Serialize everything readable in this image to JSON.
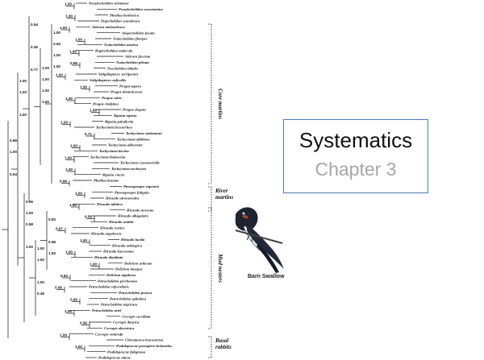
{
  "slide": {
    "title": "Systematics",
    "subtitle": "Chapter 3",
    "accent_color": "#4a7ab8",
    "subtitle_color": "#a6a6a6"
  },
  "figure": {
    "caption": "Barn Swallow",
    "icon": "barn-swallow-illustration",
    "groups": [
      {
        "label": "River martins",
        "lines": [
          "River",
          "martins"
        ]
      },
      {
        "label": "Core martins",
        "lines": [
          "Core martins"
        ]
      },
      {
        "label": "Mud nesters",
        "lines": [
          "Mud nesters"
        ]
      },
      {
        "label": "Basal rabbits",
        "lines": [
          "Basal",
          "rabbits"
        ]
      }
    ],
    "taxa": [
      "Pseudochelidon sirintarae",
      "Pseudochelidon eurystomina",
      "Phedina borbonica",
      "Pygochelidon cyanoleuca",
      "Atticora melanoleuca",
      "Alopochelidon fucata",
      "Notiochelidon flavipes",
      "Notiochelidon murina",
      "Haplochelidon andecola",
      "Atticora fasciata",
      "Notiochelidon pileata",
      "Neochelidon tibialis",
      "Stelgidopteryx serripennis",
      "Stelgidopteryx ruficollis",
      "Progne tapera",
      "Progne dominicensis",
      "Progne subis",
      "Progne chalybea",
      "Progne elegans",
      "Riparia riparia",
      "Riparia paludicola",
      "Tachycineta leucorrhoa",
      "Tachycineta stolzmanni",
      "Tachycineta albilinea",
      "Tachycineta albiventer",
      "Tachycineta bicolor",
      "Tachycineta thalassina",
      "Tachycineta cyaneoviridis",
      "Tachycineta euchrysea",
      "Riparia cincta",
      "Phedina brazzae",
      "Ptyonoprogne rupestris",
      "Ptyonoprogne fuligula",
      "Hirundo atrocaerulea",
      "Hirundo tahitica",
      "Hirundo neoxena",
      "Hirundo albigularis",
      "Hirundo smithii",
      "Hirundo rustica",
      "Hirundo angolensis",
      "Hirundo lucida",
      "Hirundo aethiopica",
      "Hirundo leucosoma",
      "Hirundo dimidiata",
      "Delichon urbicum",
      "Delichon dasypus",
      "Delichon nipalense",
      "Petrochelidon pyrrhonota",
      "Petrochelidon rufocollaris",
      "Petrochelidon preussi",
      "Petrochelidon spilodera",
      "Petrochelidon nigricans",
      "Petrochelidon ariel",
      "Cecropis cucullata",
      "Cecropis daurica",
      "Cecropis abyssinica",
      "Cecropis semirufa",
      "Cheramoeca leucosterna",
      "Psalidoprocne pristoptera holomelas",
      "Psalidoprocne fuliginosa",
      "Psalidoprocne nitens"
    ],
    "support_values": [
      "1.00",
      "1.00",
      "1.00",
      "1.00",
      "1.00",
      "0.99",
      "1.00",
      "1.00",
      "1.00",
      "1.00",
      "1.00",
      "0.71",
      "1.00",
      "1.00",
      "1.00",
      "0.99",
      "1.00",
      "1.00",
      "0.56",
      "0.67",
      "1.00",
      "1.00",
      "1.00",
      "0.94",
      "0.56",
      "0.66",
      "1.00",
      "0.56",
      "1.00",
      "1.00",
      "1.00",
      "1.00",
      "1.00",
      "1.00",
      "0.77",
      "1.00",
      "0.89",
      "0.98",
      "1.00",
      "1.00",
      "1.00",
      "1.00",
      "0.36",
      "1.00",
      "0.54",
      "0.83",
      "1.00",
      "0.58",
      "1.00",
      "1.00",
      "0.54",
      "1.00",
      "1.00",
      "1.00",
      "0.36",
      "0.56",
      "0.94",
      "1.00"
    ]
  }
}
